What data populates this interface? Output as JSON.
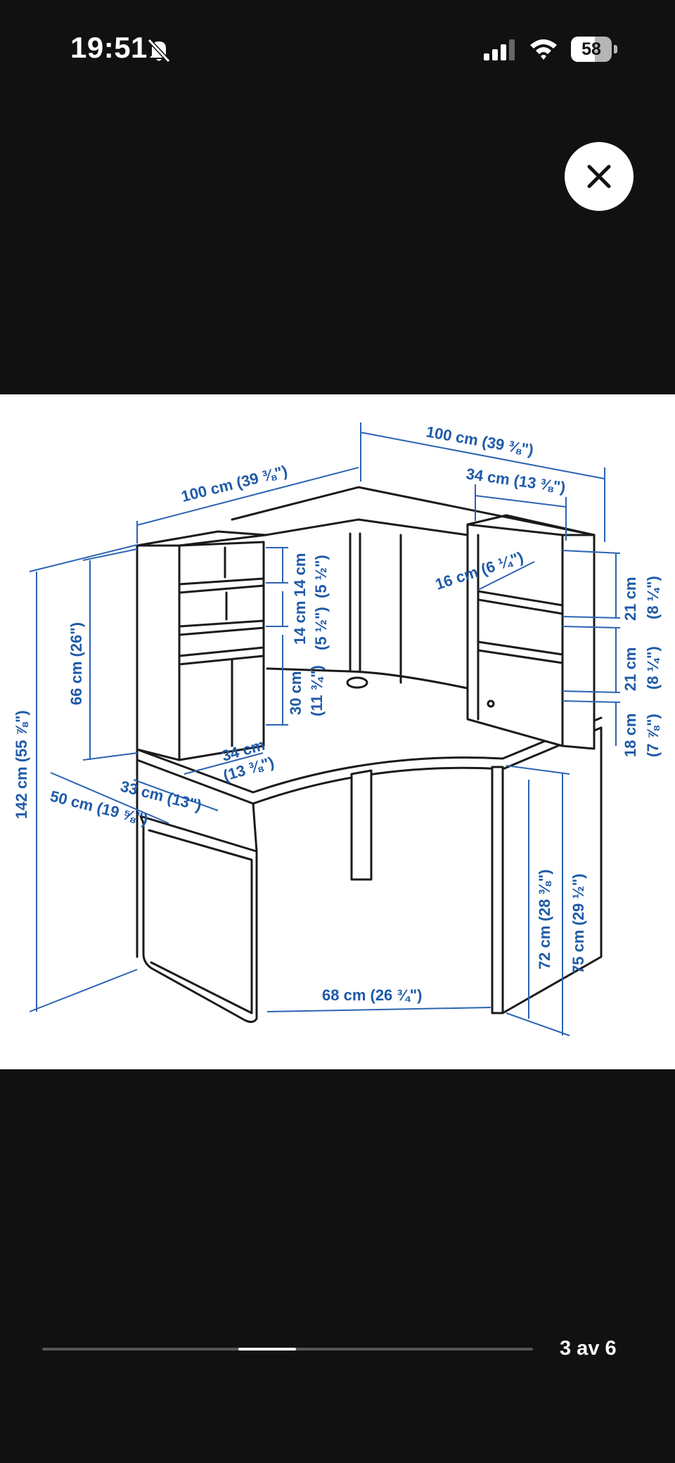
{
  "status_bar": {
    "time": "19:51",
    "silent_icon": "bell-slash-icon",
    "signal_icon": "cellular-signal-icon",
    "wifi_icon": "wifi-icon",
    "battery_level": "58",
    "battery_fraction": 0.58
  },
  "viewer": {
    "close_icon": "close-icon",
    "page_counter": "3 av 6",
    "current_page": 3,
    "total_pages": 6
  },
  "diagram": {
    "background": "#ffffff",
    "line_color": "#1a1a1a",
    "dimension_color": "#1f5aa8",
    "labels": {
      "top_right_width": "100 cm (39 ⅜\")",
      "top_left_width": "100 cm (39 ⅜\")",
      "right_shelf_width": "34 cm (13 ⅜\")",
      "right_shelf_depth": "16 cm (6 ¼\")",
      "right_shelf_1": "21 cm",
      "right_shelf_1_in": "(8 ¼\")",
      "right_shelf_2": "21 cm",
      "right_shelf_2_in": "(8 ¼\")",
      "right_shelf_3": "18 cm",
      "right_shelf_3_in": "(7 ⅞\")",
      "left_shelf_1": "14 cm",
      "left_shelf_1_in": "(5 ½\")",
      "left_shelf_2": "14 cm",
      "left_shelf_2_in": "(5 ½\")",
      "left_shelf_3": "30 cm",
      "left_shelf_3_in": "(11 ¾\")",
      "shelf_unit_height": "66 cm (26\")",
      "total_height": "142 cm (55 ⅞\")",
      "shelf_unit_width": "34 cm",
      "shelf_unit_width_in": "(13 ⅜\")",
      "shelf_unit_depth": "33 cm (13\")",
      "desk_depth": "50 cm (19 ⅝\")",
      "knee_width": "68 cm (26 ¾\")",
      "desk_top_height": "72 cm (28 ⅜\")",
      "desk_total_height": "75 cm (29 ½\")"
    }
  }
}
